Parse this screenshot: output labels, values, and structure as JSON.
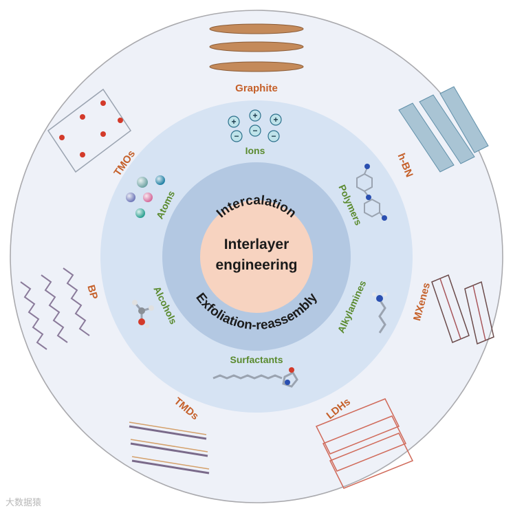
{
  "center": {
    "line1": "Interlayer",
    "line2": "engineering"
  },
  "ring": {
    "top": "Intercalation",
    "bottom": "Exfoliation-reassembly"
  },
  "guests": {
    "ions": "Ions",
    "polymers": "Polymers",
    "alkylamines": "Alkylamines",
    "surfactants": "Surfactants",
    "alcohols": "Alcohols",
    "atoms": "Atoms"
  },
  "hosts": {
    "graphite": "Graphite",
    "hbn": "h-BN",
    "mxenes": "MXenes",
    "ldhs": "LDHs",
    "tmds": "TMDs",
    "bp": "BP",
    "tmos": "TMOs"
  },
  "ion_signs": {
    "plus": "+",
    "minus": "−"
  },
  "watermark": "大数据猿",
  "colors": {
    "outer_disk": "#eef1f8",
    "guest_disk": "#d6e3f3",
    "ring": "#b3c8e2",
    "core": "#f7d3c0",
    "host_label": "#c5602a",
    "guest_label": "#5a8a2e"
  }
}
